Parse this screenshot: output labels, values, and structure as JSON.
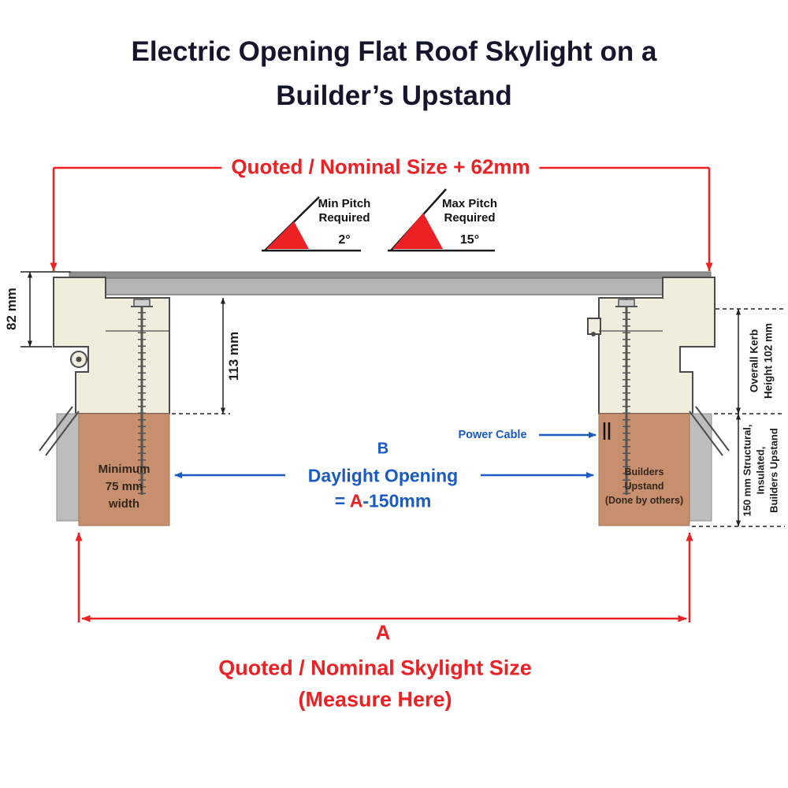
{
  "title": {
    "line1": "Electric Opening Flat Roof Skylight on a",
    "line2": "Builder’s Upstand"
  },
  "top_dimension": {
    "label": "Quoted / Nominal Size + 62mm"
  },
  "pitch": {
    "min": {
      "line1": "Min Pitch",
      "line2": "Required",
      "value": "2°"
    },
    "max": {
      "line1": "Max Pitch",
      "line2": "Required",
      "value": "15°"
    }
  },
  "dimensions": {
    "frame_height": "82 mm",
    "kerb_inner_height": "113 mm",
    "overall_kerb": {
      "line1": "Overall Kerb",
      "line2": "Height 102 mm"
    },
    "upstand_note": {
      "line1": "150 mm Structural,",
      "line2": "Insulated,",
      "line3": "Builders Upstand"
    }
  },
  "annotations": {
    "power_cable": "Power Cable",
    "daylight": {
      "letter": "B",
      "label": "Daylight Opening",
      "formula_prefix": "= ",
      "formula_a": "A",
      "formula_suffix": "-150mm"
    },
    "left_upstand": {
      "line1": "Minimum",
      "line2": "75 mm",
      "line3": "width"
    },
    "right_upstand": {
      "line1": "Builders",
      "line2": "Upstand",
      "line3": "(Done by others)"
    }
  },
  "bottom_dimension": {
    "letter": "A",
    "label_line1": "Quoted / Nominal Skylight Size",
    "label_line2": "(Measure Here)"
  },
  "colors": {
    "red": "#ed2024",
    "blue": "#1a5ac4",
    "title_dark": "#15152e",
    "upstand_tan": "#c78f6d",
    "kerb_cream": "#f1eddc",
    "glazing_gray": "#b5b5b5"
  }
}
